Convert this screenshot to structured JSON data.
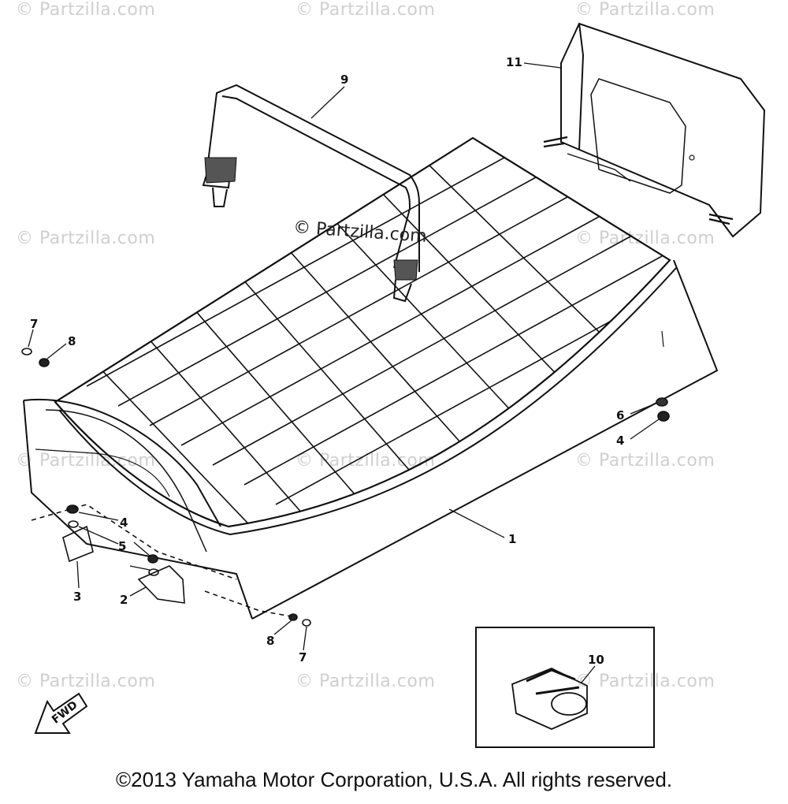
{
  "watermarks": [
    "© Partzilla.com",
    "© Partzilla.com",
    "© Partzilla.com",
    "© Partzilla.com",
    "© Partzilla.com",
    "© Partzilla.com",
    "© Partzilla.com",
    "© Partzilla.com",
    "© Partzilla.com",
    "© Partzilla.com",
    "© Partzilla.com"
  ],
  "center_watermark": "© Partzilla.com",
  "callouts": [
    "1",
    "2",
    "3",
    "4",
    "4",
    "5",
    "6",
    "7",
    "7",
    "8",
    "8",
    "9",
    "10",
    "11"
  ],
  "fwd_label": "FWD",
  "copyright": "©2013 Yamaha Motor Corporation, U.S.A. All rights reserved."
}
